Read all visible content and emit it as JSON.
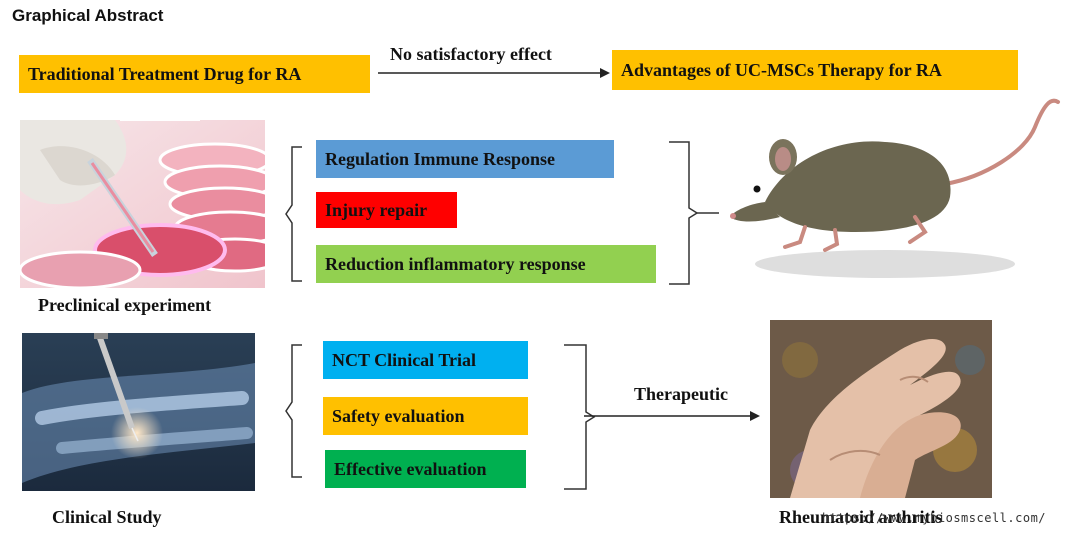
{
  "title": "Graphical Abstract",
  "top_row": {
    "left_box": "Traditional Treatment Drug for RA",
    "arrow_label": "No satisfactory effect",
    "right_box": "Advantages of UC-MSCs Therapy for RA"
  },
  "preclinical": {
    "caption": "Preclinical experiment",
    "items": [
      {
        "label": "Regulation Immune Response",
        "color": "#5b9bd5"
      },
      {
        "label": "Injury repair",
        "color": "#ff0000"
      },
      {
        "label": "Reduction inflammatory response",
        "color": "#92d050"
      }
    ],
    "image_icon": "petri-dish-pipette-image",
    "result_icon": "mouse-image"
  },
  "clinical": {
    "caption": "Clinical Study",
    "items": [
      {
        "label": "NCT Clinical Trial",
        "color": "#00b0f0"
      },
      {
        "label": "Safety evaluation",
        "color": "#ffc000"
      },
      {
        "label": "Effective evaluation",
        "color": "#00b050"
      }
    ],
    "arrow_label": "Therapeutic",
    "image_icon": "knee-injection-image",
    "result_icon": "arthritic-hands-image",
    "result_caption": "Rheumatoid arthritis"
  },
  "colors": {
    "header_box": "#ffc000",
    "text": "#111111"
  },
  "watermark": "https://www.mybiosmscell.com/"
}
